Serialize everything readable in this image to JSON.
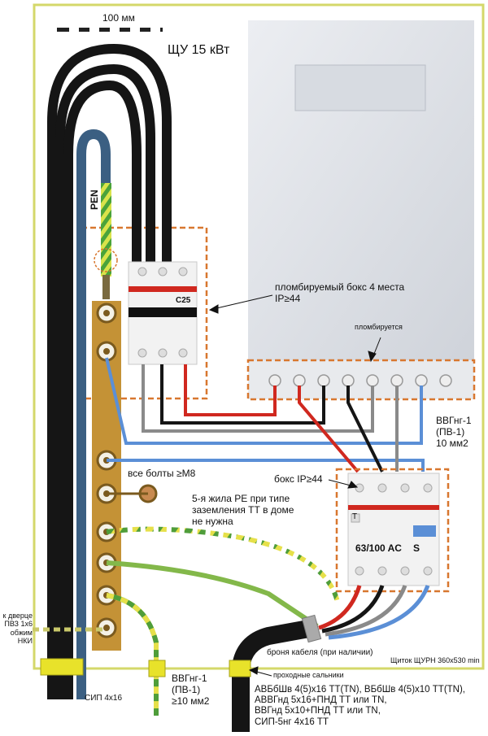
{
  "scale": {
    "label": "100 мм"
  },
  "title": "ЩУ 15 кВт",
  "pen_label": "PEN",
  "breaker_label": "C25",
  "rcd_label_letter": "T",
  "rcd_rating": "63/100 AC",
  "rcd_type": "S",
  "labels": {
    "sealed_box": "пломбируемый бокс 4 места\nIP≥44",
    "sealed": "пломбируется",
    "bolts": "все болты ≥M8",
    "pe_note": "5-я жила PE при типе\nзаземления ТТ в доме\nне нужна",
    "box_ip": "бокс IP≥44",
    "cable_right": "ВВГнг-1\n(ПВ-1)\n10 мм2",
    "cable_bottom": "ВВГнг-1\n(ПВ-1)\n≥10 мм2",
    "door": "к дверце\nПВЗ 1х6\nобжим\nНКИ",
    "armor": "броня кабеля (при наличии)",
    "cabinet": "Щиток ЩУРН 360х530 min",
    "glands": "проходные сальники",
    "sip": "СИП 4х16",
    "cable_list": "АВБбШв 4(5)х16 ТТ(TN), ВБбШв 4(5)х10 ТТ(TN),\nАВВГнд 5х16+ПНД ТТ или TN,\nВВГнд 5х10+ПНД ТТ или TN,\nСИП-5нг 4х16 ТТ"
  },
  "colors": {
    "cable_black": "#151515",
    "cable_blue": "#3b5f82",
    "wire_red": "#d0281f",
    "wire_gray": "#8a8a8a",
    "wire_blue": "#5b8fd6",
    "wire_black": "#151515",
    "pe_yellow": "#e6e04a",
    "pe_green": "#4f9d3a",
    "busbar": "#c49236",
    "dashed_box": "#d8772f",
    "cabinet_border": "#d4d86a"
  }
}
